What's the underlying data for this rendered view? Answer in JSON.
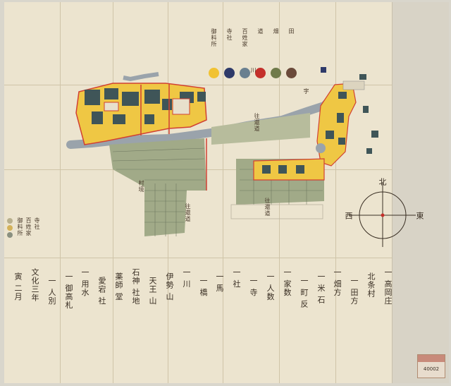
{
  "map": {
    "title_lines": [
      "一 高岡庄",
      "北条村"
    ],
    "compass": {
      "east": "東",
      "west": "西",
      "north": "北"
    },
    "legend": {
      "colors": [
        "#f1c232",
        "#2e3a69",
        "#6a8090",
        "#c4302b",
        "#6f7a4a",
        "#6b4a3a"
      ],
      "labels": [
        "御料所",
        "寺社",
        "百姓家",
        "道",
        "畑",
        "田"
      ]
    },
    "road_labels": [
      "往還道",
      "往還道",
      "往還道"
    ],
    "field_labels": [
      "村境",
      "字",
      "川"
    ],
    "margin_notes": [
      "御料所",
      "百姓家",
      "寺社"
    ],
    "text_columns": [
      "一 高岡庄",
      "北条村",
      "一 田方",
      "一 畑方",
      "一 米 石",
      "一 町 反",
      "一 家数",
      "一 人数",
      "一 寺",
      "一 社",
      "一 馬",
      "一 橋",
      "一 川",
      "伊勢 山",
      "天王 山",
      "石神 社地",
      "薬師 堂",
      "愛宕 社",
      "一 用水",
      "一 御高札",
      "一 人別",
      "文化三年",
      "寅 二月"
    ],
    "stamp_number": "40002"
  }
}
